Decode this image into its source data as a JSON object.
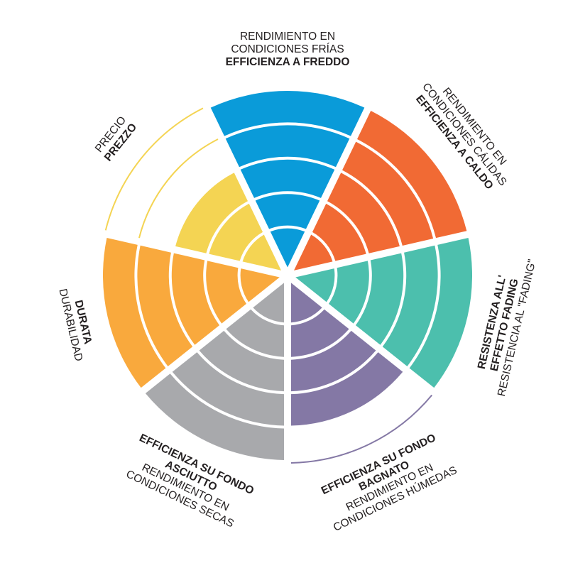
{
  "chart_data": {
    "type": "polar-area",
    "title": "",
    "rings": 5,
    "max_value": 5,
    "categories": [
      {
        "key": "freddo",
        "lines": [
          {
            "text": "RENDIMIENTO EN",
            "bold": false
          },
          {
            "text": "CONDICIONES FRÍAS",
            "bold": false
          },
          {
            "text": "EFFICIENZA A FREDDO",
            "bold": true
          }
        ],
        "value": 5,
        "color": "#0a9bd9"
      },
      {
        "key": "caldo",
        "lines": [
          {
            "text": "RENDIMIENTO EN",
            "bold": false
          },
          {
            "text": "CONDICIONES CÁLIDAS",
            "bold": false
          },
          {
            "text": "EFFICIENZA A CALDO",
            "bold": true
          }
        ],
        "value": 5,
        "color": "#f16a34"
      },
      {
        "key": "fading",
        "lines": [
          {
            "text": "RESISTENZA ALL'",
            "bold": true
          },
          {
            "text": "EFFETTO FADING",
            "bold": true
          },
          {
            "text": "RESISTENCIA AL \"FADING\"",
            "bold": false
          }
        ],
        "value": 5,
        "color": "#4cbfad"
      },
      {
        "key": "bagnato",
        "lines": [
          {
            "text": "EFFICIENZA SU FONDO",
            "bold": true
          },
          {
            "text": "BAGNATO",
            "bold": true
          },
          {
            "text": "RENDIMIENTO EN",
            "bold": false
          },
          {
            "text": "CONDICIONES HÚMEDAS",
            "bold": false
          }
        ],
        "value": 4,
        "color": "#8478a5"
      },
      {
        "key": "asciutto",
        "lines": [
          {
            "text": "EFFICIENZA SU FONDO",
            "bold": true
          },
          {
            "text": "ASCIUTTO",
            "bold": true
          },
          {
            "text": "RENDIMIENTO EN",
            "bold": false
          },
          {
            "text": "CONDICIONES SECAS",
            "bold": false
          }
        ],
        "value": 5,
        "color": "#a8a9ac"
      },
      {
        "key": "durata",
        "lines": [
          {
            "text": "DURATA",
            "bold": true
          },
          {
            "text": "DURABILIDAD",
            "bold": false
          }
        ],
        "value": 5,
        "color": "#f9a93d"
      },
      {
        "key": "prezzo",
        "lines": [
          {
            "text": "PRECIO",
            "bold": false
          },
          {
            "text": "PREZZO",
            "bold": true
          }
        ],
        "value": 3,
        "color": "#f4d453"
      }
    ],
    "grid": true,
    "legend": "none"
  }
}
